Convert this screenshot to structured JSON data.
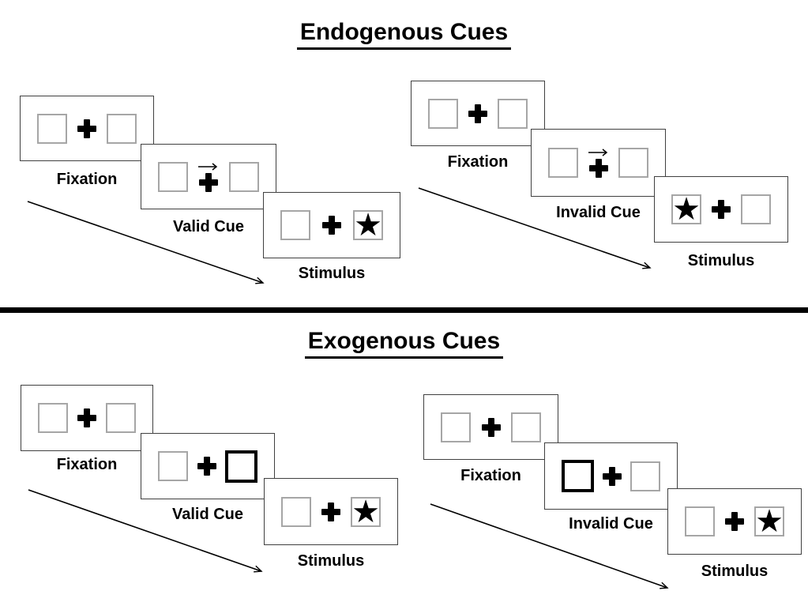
{
  "colors": {
    "ink": "#000000",
    "square_border": "#a6a6a6",
    "panel_border": "#404040"
  },
  "glyphs": {
    "star": "★"
  },
  "sections": [
    {
      "title": "Endogenous Cues",
      "groups": [
        {
          "name": "endogenous-valid",
          "panels": {
            "fixation": {
              "label": "Fixation"
            },
            "cue": {
              "label": "Valid Cue",
              "type": "central-arrow-right"
            },
            "stimulus": {
              "label": "Stimulus",
              "left_star": "",
              "right_star": "★"
            }
          }
        },
        {
          "name": "endogenous-invalid",
          "panels": {
            "fixation": {
              "label": "Fixation"
            },
            "cue": {
              "label": "Invalid Cue",
              "type": "central-arrow-right"
            },
            "stimulus": {
              "label": "Stimulus",
              "left_star": "★",
              "right_star": ""
            }
          }
        }
      ]
    },
    {
      "title": "Exogenous Cues",
      "groups": [
        {
          "name": "exogenous-valid",
          "panels": {
            "fixation": {
              "label": "Fixation"
            },
            "cue": {
              "label": "Valid Cue",
              "type": "peripheral-box-right-bold"
            },
            "stimulus": {
              "label": "Stimulus",
              "left_star": "",
              "right_star": "★"
            }
          }
        },
        {
          "name": "exogenous-invalid",
          "panels": {
            "fixation": {
              "label": "Fixation"
            },
            "cue": {
              "label": "Invalid Cue",
              "type": "peripheral-box-left-bold"
            },
            "stimulus": {
              "label": "Stimulus",
              "left_star": "",
              "right_star": "★"
            }
          }
        }
      ]
    }
  ]
}
